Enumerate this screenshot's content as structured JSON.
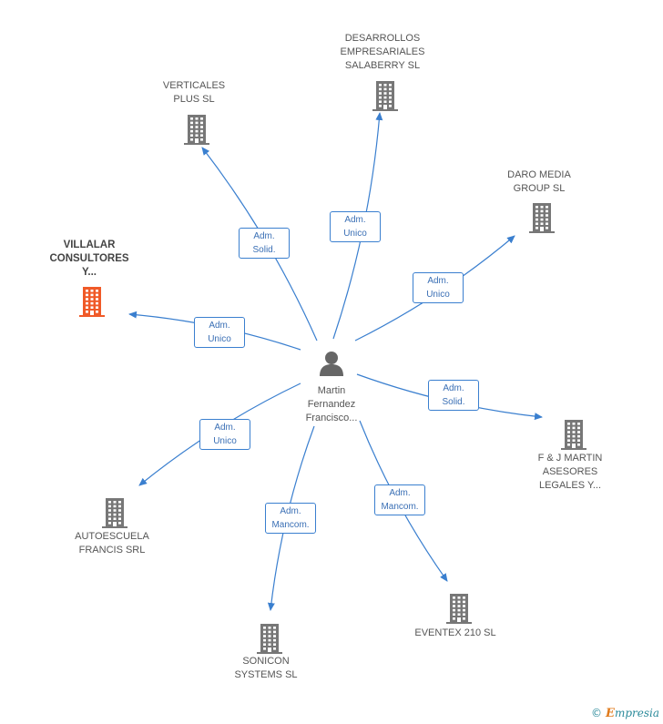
{
  "center": {
    "label": "Martin\nFernandez\nFrancisco...",
    "icon": "person-icon"
  },
  "nodes": [
    {
      "id": "desarrollos",
      "label": "DESARROLLOS\nEMPRESARIALES\nSALABERRY SL",
      "icon": "building-icon",
      "active": false
    },
    {
      "id": "verticales",
      "label": "VERTICALES\nPLUS SL",
      "icon": "building-icon",
      "active": false
    },
    {
      "id": "daro",
      "label": "DARO MEDIA\nGROUP SL",
      "icon": "building-icon",
      "active": false
    },
    {
      "id": "villalar",
      "label": "VILLALAR\nCONSULTORES\nY...",
      "icon": "building-icon",
      "active": true
    },
    {
      "id": "fjmartin",
      "label": "F & J MARTIN\nASESORES\nLEGALES Y...",
      "icon": "building-icon",
      "active": false
    },
    {
      "id": "autoescuela",
      "label": "AUTOESCUELA\nFRANCIS SRL",
      "icon": "building-icon",
      "active": false
    },
    {
      "id": "sonicon",
      "label": "SONICON\nSYSTEMS SL",
      "icon": "building-icon",
      "active": false
    },
    {
      "id": "eventex",
      "label": "EVENTEX 210 SL",
      "icon": "building-icon",
      "active": false
    }
  ],
  "edges": [
    {
      "to": "verticales",
      "label": "Adm.\nSolid."
    },
    {
      "to": "desarrollos",
      "label": "Adm.\nUnico"
    },
    {
      "to": "daro",
      "label": "Adm.\nUnico"
    },
    {
      "to": "villalar",
      "label": "Adm.\nUnico"
    },
    {
      "to": "fjmartin",
      "label": "Adm.\nSolid."
    },
    {
      "to": "autoescuela",
      "label": "Adm.\nUnico"
    },
    {
      "to": "sonicon",
      "label": "Adm.\nMancom."
    },
    {
      "to": "eventex",
      "label": "Adm.\nMancom."
    }
  ],
  "colors": {
    "edge": "#3a7fcf",
    "building": "#777777",
    "building_active": "#f05a28",
    "person": "#666666"
  },
  "footer": {
    "copyright": "©",
    "brand_initial": "E",
    "brand_rest": "mpresia"
  }
}
